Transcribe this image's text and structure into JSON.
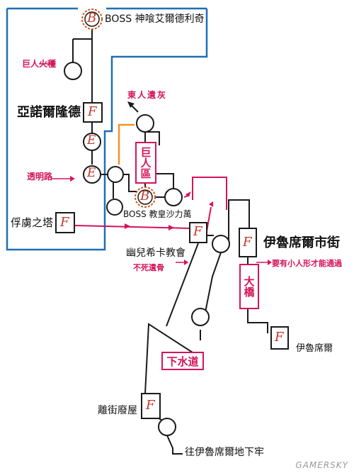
{
  "labels": {
    "boss_top": "BOSS 神喰艾爾德利奇",
    "giant_fire": "巨人火種",
    "anor_londo": "亞諾爾隆德",
    "east_remains": "東人遺灰",
    "invisible_path": "透明路",
    "giant_area": "巨人區",
    "boss_sulyvahn": "BOSS 教皇沙力萬",
    "prison_tower": "俘虜之塔",
    "yorshka_church": "幽兒希卡教會",
    "undead_bone": "不死遺骨",
    "irithyll_city": "伊魯席爾市街",
    "need_small": "要有小人形才能通過",
    "big_bridge": "大橋",
    "irithyll": "伊魯席爾",
    "sewer": "下水道",
    "abandoned_house": "離街廢屋",
    "to_dungeon": "往伊魯席爾地下牢"
  },
  "node_letters": {
    "boss": "B",
    "bonfire": "F",
    "elevator": "E"
  },
  "watermark": "GAMERSKY",
  "colors": {
    "path": "#1a1a1a",
    "boundary": "#1f6fb5",
    "red_route": "#d4145a",
    "orange_route": "#f0932b",
    "boss_ring": "#d4561c",
    "bonfire_letter": "#c0392b"
  }
}
